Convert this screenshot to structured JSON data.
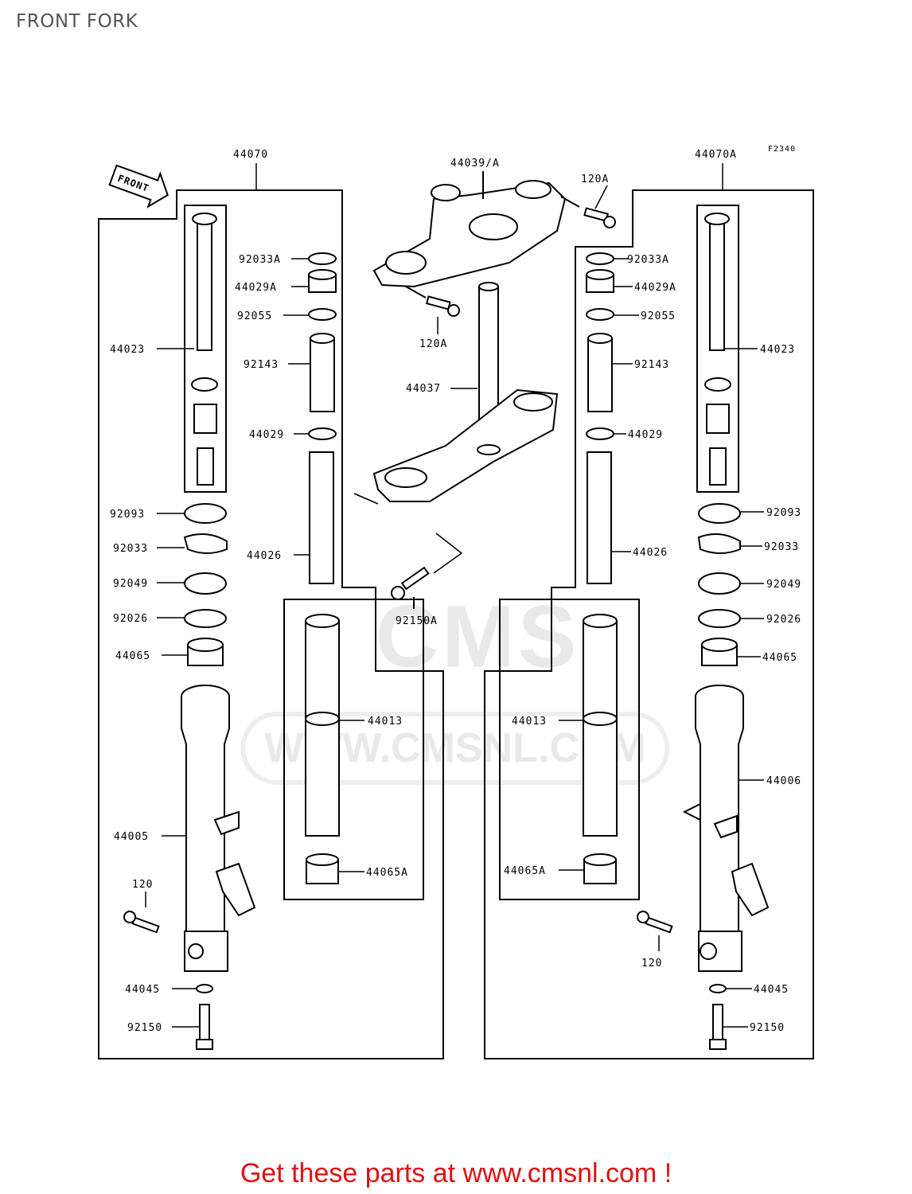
{
  "title": "FRONT FORK",
  "diagram_code": "F2340",
  "front_arrow_label": "FRONT",
  "watermark": {
    "brand": "CMS",
    "url": "WWW.CMSNL.COM"
  },
  "promo_text": "Get these parts at www.cmsnl.com !",
  "parts": {
    "left_assembly": "44070",
    "right_assembly": "44070A",
    "upper_bracket": "44039/A",
    "bolt_120A_top": "120A",
    "bolt_120A_mid": "120A",
    "stem": "44037",
    "bolt_92150A": "92150A",
    "l_44023": "44023",
    "l_92093": "92093",
    "l_92033": "92033",
    "l_92049": "92049",
    "l_92026": "92026",
    "l_44065": "44065",
    "l_44005": "44005",
    "l_120": "120",
    "l_44045": "44045",
    "l_92150": "92150",
    "l_92033A": "92033A",
    "l_44029A": "44029A",
    "l_92055": "92055",
    "l_92143": "92143",
    "l_44029": "44029",
    "l_44026": "44026",
    "l_44013": "44013",
    "l_44065A": "44065A",
    "r_92033A": "92033A",
    "r_44029A": "44029A",
    "r_92055": "92055",
    "r_92143": "92143",
    "r_44029": "44029",
    "r_44026": "44026",
    "r_44023": "44023",
    "r_92093": "92093",
    "r_92033": "92033",
    "r_92049": "92049",
    "r_92026": "92026",
    "r_44065": "44065",
    "r_44006": "44006",
    "r_120": "120",
    "r_44045": "44045",
    "r_92150": "92150",
    "r_44013": "44013",
    "r_44065A": "44065A"
  }
}
